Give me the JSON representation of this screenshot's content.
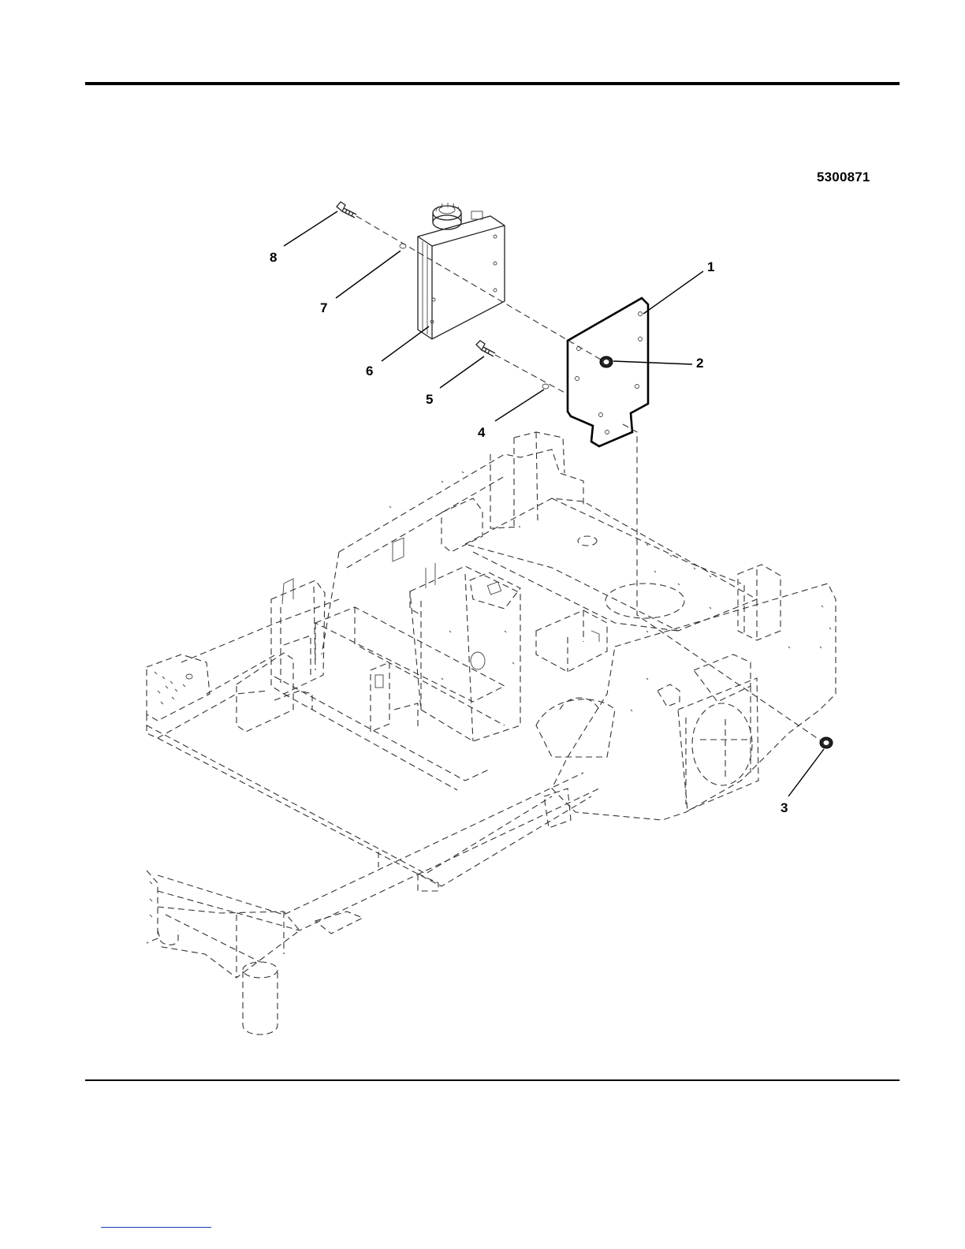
{
  "document": {
    "part_number": "5300871"
  },
  "callouts": [
    {
      "label": "1"
    },
    {
      "label": "2"
    },
    {
      "label": "3"
    },
    {
      "label": "4"
    },
    {
      "label": "5"
    },
    {
      "label": "6"
    },
    {
      "label": "7"
    },
    {
      "label": "8"
    }
  ]
}
